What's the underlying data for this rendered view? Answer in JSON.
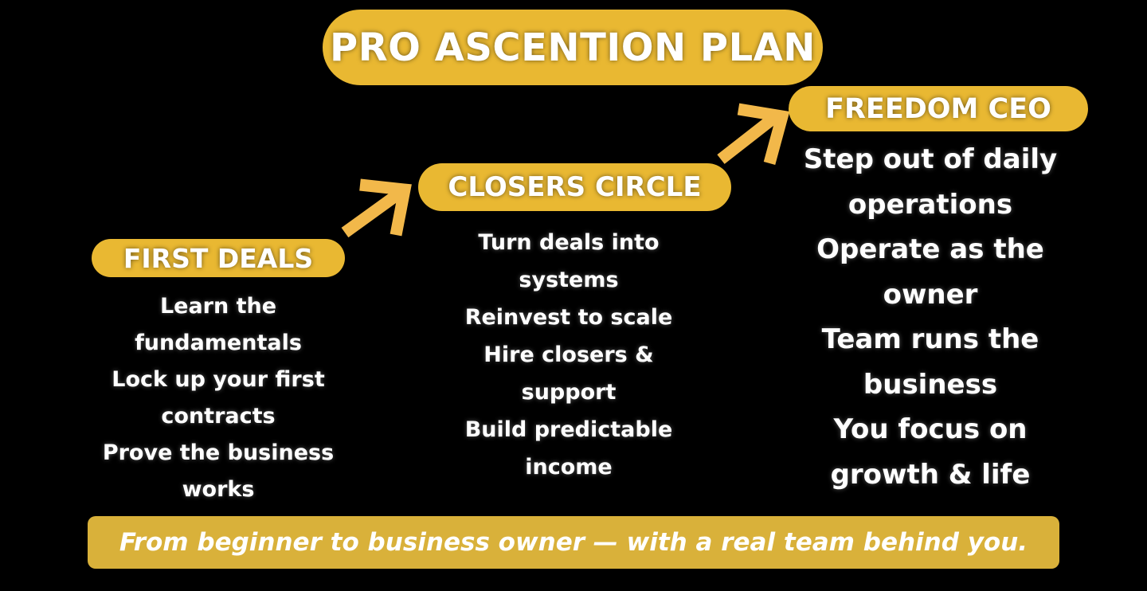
{
  "title": "PRO ASCENTION PLAN",
  "stages": [
    {
      "name": "FIRST DEALS",
      "items": [
        {
          "lines": [
            "Learn the",
            "fundamentals"
          ]
        },
        {
          "lines": [
            "Lock up your first",
            "contracts"
          ]
        },
        {
          "lines": [
            "Prove the business",
            "works"
          ]
        }
      ]
    },
    {
      "name": "CLOSERS CIRCLE",
      "items": [
        {
          "lines": [
            "Turn deals into",
            "systems"
          ]
        },
        {
          "lines": [
            "Reinvest to scale"
          ]
        },
        {
          "lines": [
            "Hire closers &",
            "support"
          ]
        },
        {
          "lines": [
            "Build predictable",
            "income"
          ]
        }
      ]
    },
    {
      "name": "FREEDOM CEO",
      "items": [
        {
          "lines": [
            "Step out of daily",
            "operations"
          ]
        },
        {
          "lines": [
            "Operate as the",
            "owner"
          ]
        },
        {
          "lines": [
            "Team runs the",
            "business"
          ]
        },
        {
          "lines": [
            "You focus on",
            "growth & life"
          ]
        }
      ]
    }
  ],
  "tagline": "From beginner to business owner — with a real team behind you.",
  "colors": {
    "pill": "#e9b832",
    "arrow": "#f2b84a",
    "banner": "#d9b13a",
    "background": "#000000"
  }
}
